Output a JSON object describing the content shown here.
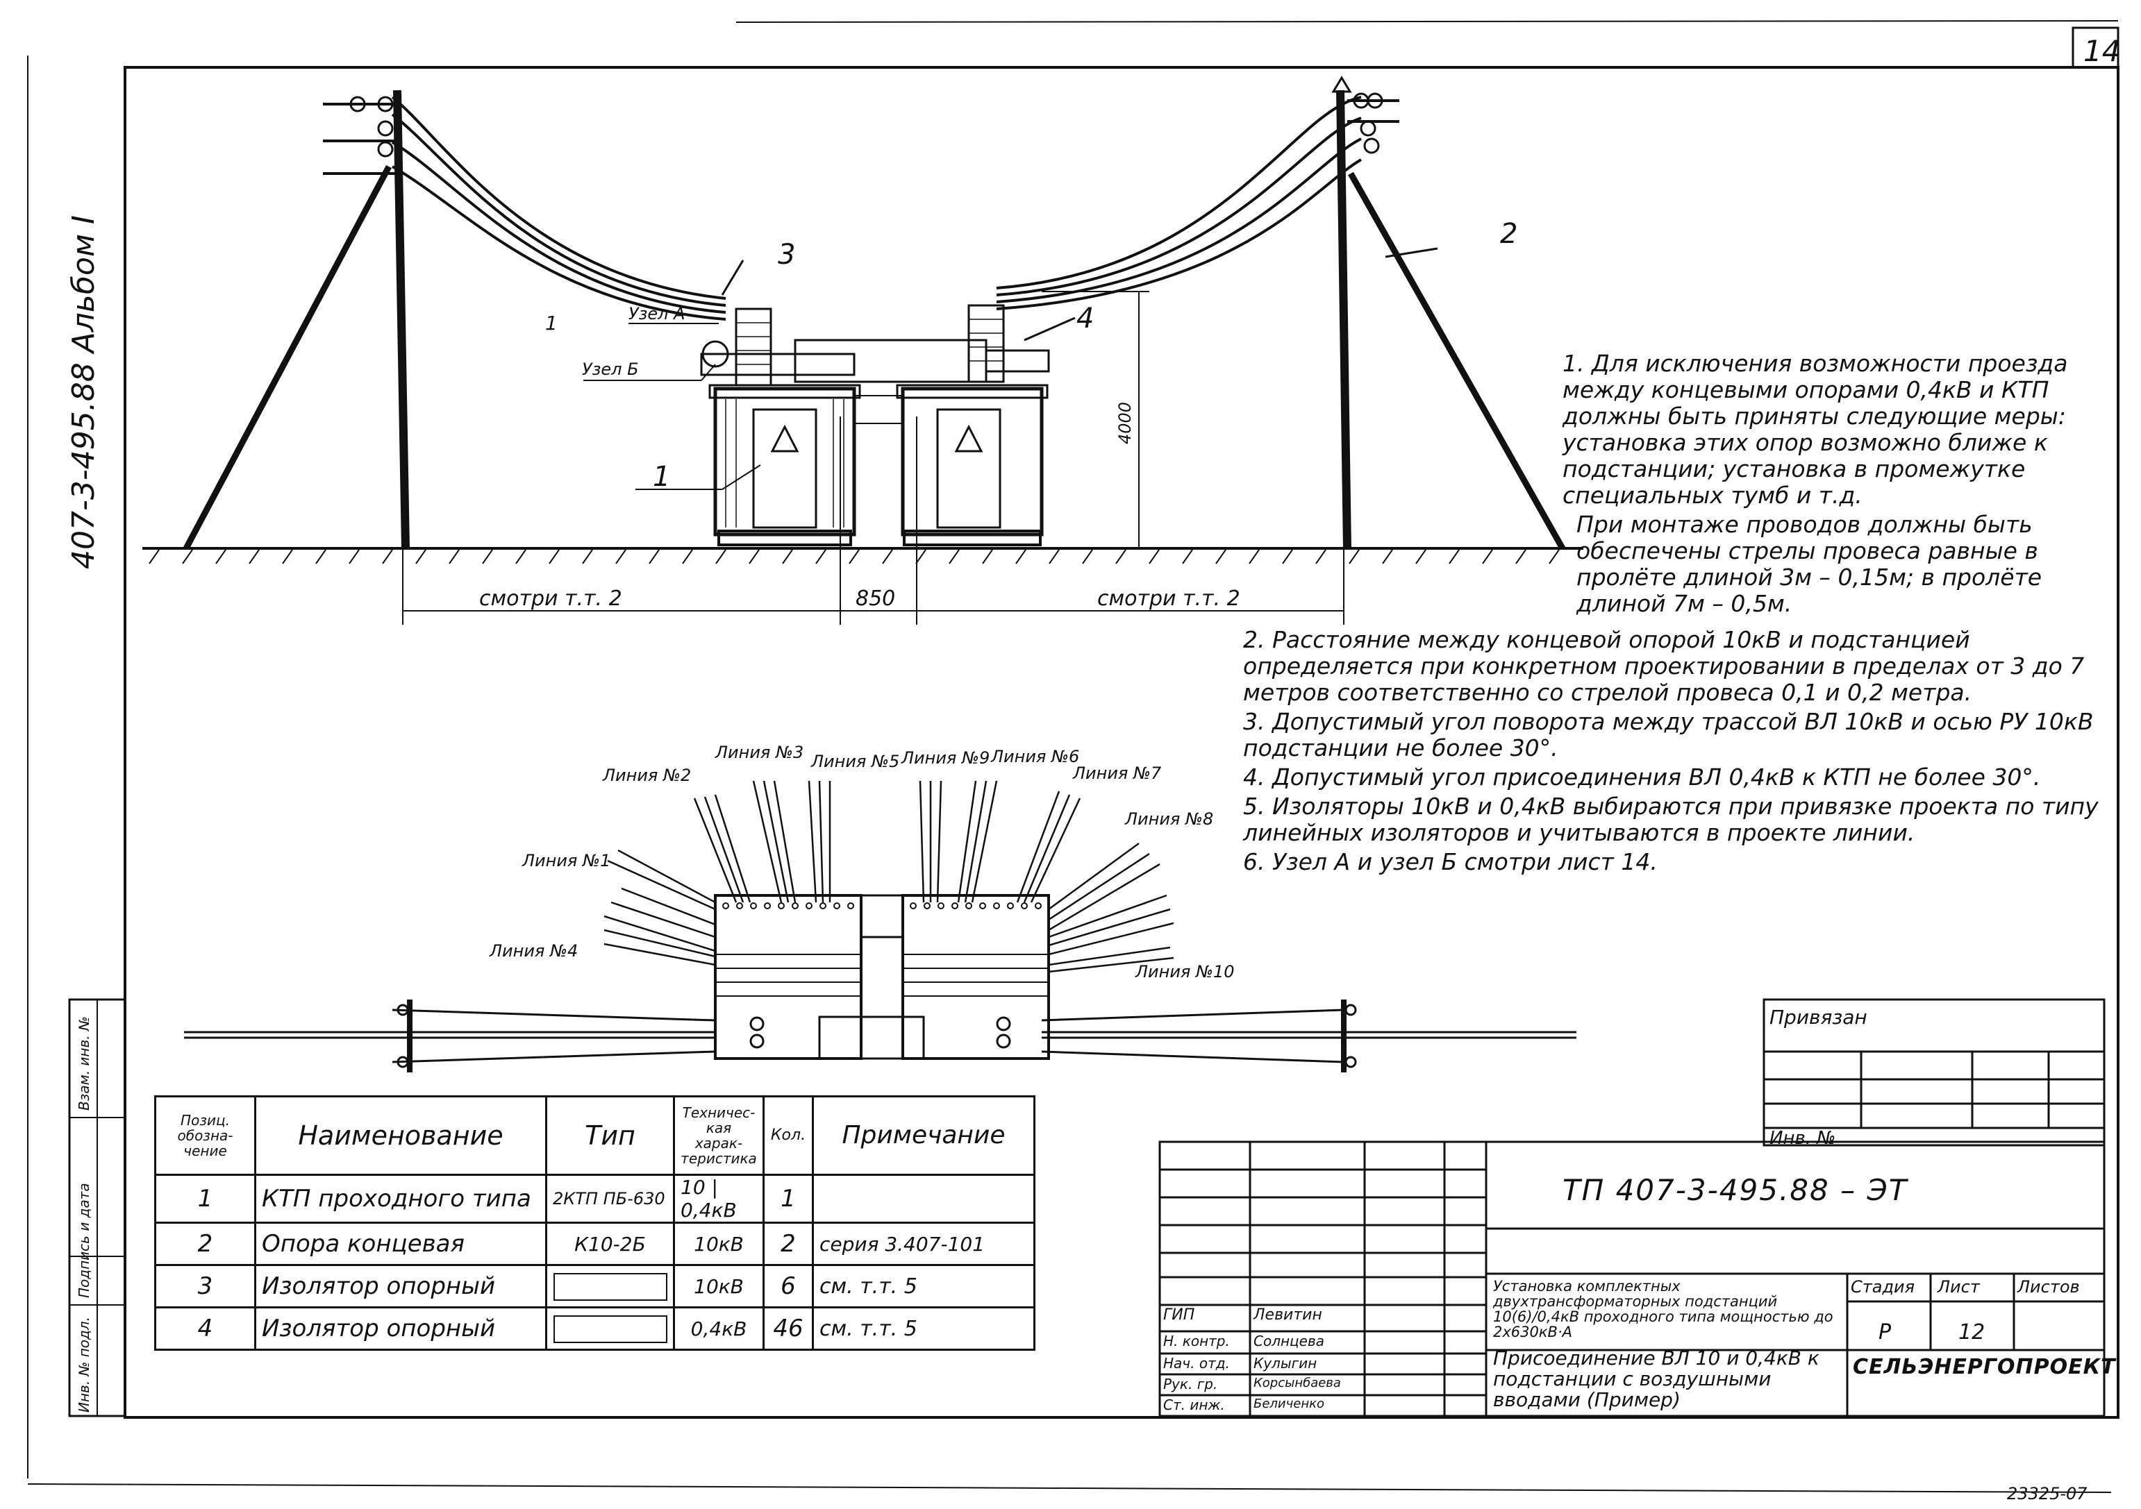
{
  "sheet_number": "14",
  "corner_stamp": "23325-07",
  "album_label": "407-3-495.88 Альбом I",
  "side_columns": [
    "Инв. № подл.",
    "Подпись и дата",
    "Взам. инв. №"
  ],
  "elevation": {
    "callouts": [
      "1",
      "2",
      "3",
      "4"
    ],
    "node_a": "Узел А",
    "node_b": "Узел Б",
    "dim_left": "смотри т.т. 2",
    "dim_mid": "850",
    "dim_right": "смотри т.т. 2",
    "height": "4000",
    "tick_mark": "1"
  },
  "plan": {
    "lines": [
      "Линия №1",
      "Линия №2",
      "Линия №3",
      "Линия №4",
      "Линия №5",
      "Линия №6",
      "Линия №7",
      "Линия №8",
      "Линия №9",
      "Линия №10"
    ]
  },
  "notes": [
    "1. Для исключения возможности проезда между концевыми опорами 0,4кВ и КТП должны быть приняты следующие меры: установка этих опор возможно ближе к подстанции; установка в промежутке специальных тумб и т.д.",
    "При монтаже проводов должны быть обеспечены стрелы провеса равные в пролёте длиной 3м – 0,15м; в пролёте длиной 7м – 0,5м.",
    "2. Расстояние между концевой опорой 10кВ и подстанцией определяется при конкретном проектировании в пределах от 3 до 7 метров соответственно со стрелой провеса 0,1 и 0,2 метра.",
    "3. Допустимый угол поворота между трассой ВЛ 10кВ и осью РУ 10кВ подстанции не более 30°.",
    "4. Допустимый угол присоединения ВЛ 0,4кВ к КТП не более 30°.",
    "5. Изоляторы 10кВ и 0,4кВ выбираются при привязке проекта по типу линейных изоляторов и учитываются в проекте линии.",
    "6. Узел А и узел Б смотри лист 14."
  ],
  "spec_table": {
    "headers": [
      "Позиц. обозна- чение",
      "Наименование",
      "Тип",
      "Техничес- кая харак- теристика",
      "Кол.",
      "Примечание"
    ],
    "rows": [
      {
        "pos": "1",
        "name": "КТП проходного типа",
        "type": "2КТП ПБ-630",
        "tech1": "10",
        "tech2": "0,4кВ",
        "qty": "1",
        "note": ""
      },
      {
        "pos": "2",
        "name": "Опора концевая",
        "type": "К10-2Б",
        "tech1": "10кВ",
        "tech2": "",
        "qty": "2",
        "note": "серия 3.407-101"
      },
      {
        "pos": "3",
        "name": "Изолятор опорный",
        "type": "",
        "tech1": "10кВ",
        "tech2": "",
        "qty": "6",
        "note": "см. т.т. 5"
      },
      {
        "pos": "4",
        "name": "Изолятор опорный",
        "type": "",
        "tech1": "0,4кВ",
        "tech2": "",
        "qty": "46",
        "note": "см. т.т. 5"
      }
    ]
  },
  "linked": {
    "title": "Привязан",
    "inv": "Инв. №"
  },
  "stamp": {
    "code": "ТП 407-3-495.88 – ЭТ",
    "title_main": "Установка комплектных двухтрансформаторных подстанций 10(6)/0,4кВ проходного типа мощностью до 2х630кВ·А",
    "title_sheet": "Присоединение ВЛ 10 и 0,4кВ к подстанции с воздушными вводами (Пример)",
    "stage_h": "Стадия",
    "sheet_h": "Лист",
    "sheets_h": "Листов",
    "stage": "Р",
    "sheet": "12",
    "company": "СЕЛЬЭНЕРГОПРОЕКТ",
    "roles": [
      "ГИП",
      "Н. контр.",
      "Нач. отд.",
      "Рук. гр.",
      "Ст. инж."
    ],
    "names": [
      "Левитин",
      "Солнцева",
      "Кулыгин",
      "Корсынбаева",
      "Беличенко"
    ]
  }
}
